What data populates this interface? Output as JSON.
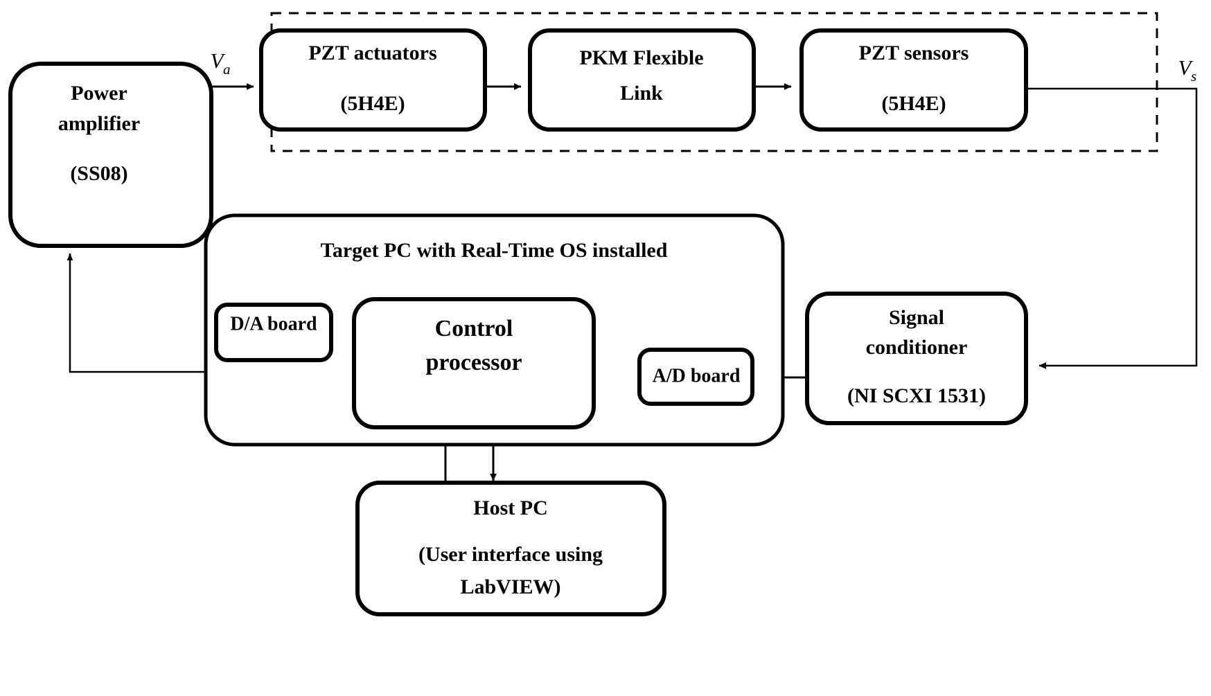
{
  "diagram": {
    "title": "PKM flexible link active vibration control hardware block diagram",
    "colors": {
      "stroke": "#000000",
      "fill": "#ffffff",
      "background": "#ffffff"
    },
    "blocks": [
      {
        "id": "power-amplifier",
        "lines": [
          "Power",
          "amplifier",
          "(SS08)"
        ]
      },
      {
        "id": "pzt-actuators",
        "lines": [
          "PZT actuators",
          "(5H4E)"
        ]
      },
      {
        "id": "pkm-flexible-link",
        "lines": [
          "PKM Flexible",
          "Link"
        ]
      },
      {
        "id": "pzt-sensors",
        "lines": [
          "PZT sensors",
          "(5H4E)"
        ]
      },
      {
        "id": "target-pc",
        "lines": [
          "Target PC with Real-Time OS installed"
        ]
      },
      {
        "id": "da-board",
        "lines": [
          "D/A board"
        ]
      },
      {
        "id": "control-processor",
        "lines": [
          "Control",
          "processor"
        ]
      },
      {
        "id": "ad-board",
        "lines": [
          "A/D board"
        ]
      },
      {
        "id": "signal-conditioner",
        "lines": [
          "Signal",
          "conditioner",
          "(NI SCXI 1531)"
        ]
      },
      {
        "id": "host-pc",
        "lines": [
          "Host PC",
          "(User interface using",
          "LabVIEW)"
        ]
      }
    ],
    "labels": {
      "power_amplifier_l1": "Power",
      "power_amplifier_l2": "amplifier",
      "power_amplifier_l3": "(SS08)",
      "pzt_actuators_l1": "PZT actuators",
      "pzt_actuators_l2": "(5H4E)",
      "pkm_link_l1": "PKM Flexible",
      "pkm_link_l2": "Link",
      "pzt_sensors_l1": "PZT sensors",
      "pzt_sensors_l2": "(5H4E)",
      "target_pc": "Target PC with Real-Time OS installed",
      "da_board": "D/A board",
      "control_processor_l1": "Control",
      "control_processor_l2": "processor",
      "ad_board": "A/D board",
      "signal_conditioner_l1": "Signal",
      "signal_conditioner_l2": "conditioner",
      "signal_conditioner_l3": "(NI SCXI 1531)",
      "host_pc_l1": "Host PC",
      "host_pc_l2": "(User interface using",
      "host_pc_l3": "LabVIEW)",
      "signal_va": "V",
      "signal_va_sub": "a",
      "signal_vs": "V",
      "signal_vs_sub": "s"
    },
    "groups": [
      {
        "id": "plant-dashed-group",
        "style": "dashed",
        "contains": [
          "pzt-actuators",
          "pkm-flexible-link",
          "pzt-sensors"
        ]
      }
    ],
    "connections": [
      {
        "id": "pa-to-actuators",
        "from": "power-amplifier",
        "to": "pzt-actuators",
        "label": "Va"
      },
      {
        "id": "actuators-to-link",
        "from": "pzt-actuators",
        "to": "pkm-flexible-link",
        "label": ""
      },
      {
        "id": "link-to-sensors",
        "from": "pkm-flexible-link",
        "to": "pzt-sensors",
        "label": ""
      },
      {
        "id": "sensors-to-conditioner",
        "from": "pzt-sensors",
        "to": "signal-conditioner",
        "label": "Vs"
      },
      {
        "id": "conditioner-to-ad",
        "from": "signal-conditioner",
        "to": "ad-board",
        "label": ""
      },
      {
        "id": "ad-to-processor",
        "from": "ad-board",
        "to": "control-processor",
        "label": ""
      },
      {
        "id": "processor-to-da",
        "from": "control-processor",
        "to": "da-board",
        "label": ""
      },
      {
        "id": "da-to-pa",
        "from": "da-board",
        "to": "power-amplifier",
        "label": ""
      },
      {
        "id": "processor-to-host",
        "from": "control-processor",
        "to": "host-pc",
        "label": ""
      },
      {
        "id": "host-to-processor",
        "from": "host-pc",
        "to": "control-processor",
        "label": ""
      }
    ]
  }
}
